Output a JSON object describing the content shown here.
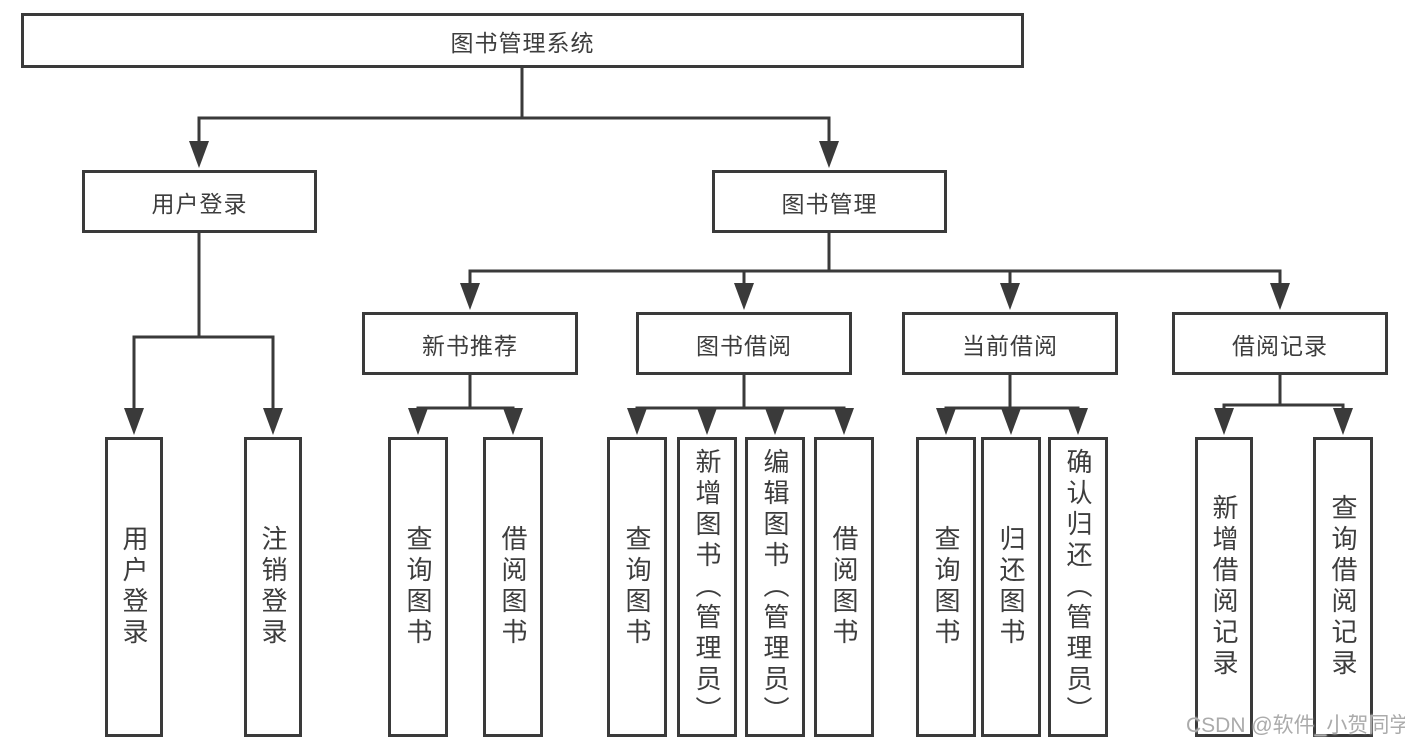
{
  "colors": {
    "line": "#3a3a3a",
    "text": "#3d3d3d",
    "background": "#ffffff",
    "watermark": "#ababab"
  },
  "watermark": "CSDN @软件_小贺同学",
  "tree": {
    "label": "图书管理系统",
    "children": [
      {
        "label": "用户登录",
        "children": [
          {
            "label": "用户登录"
          },
          {
            "label": "注销登录"
          }
        ]
      },
      {
        "label": "图书管理",
        "children": [
          {
            "label": "新书推荐",
            "children": [
              {
                "label": "查询图书"
              },
              {
                "label": "借阅图书"
              }
            ]
          },
          {
            "label": "图书借阅",
            "children": [
              {
                "label": "查询图书"
              },
              {
                "label": "新增图书（管理员）"
              },
              {
                "label": "编辑图书（管理员）"
              },
              {
                "label": "借阅图书"
              }
            ]
          },
          {
            "label": "当前借阅",
            "children": [
              {
                "label": "查询图书"
              },
              {
                "label": "归还图书"
              },
              {
                "label": "确认归还（管理员）"
              }
            ]
          },
          {
            "label": "借阅记录",
            "children": [
              {
                "label": "新增借阅记录"
              },
              {
                "label": "查询借阅记录"
              }
            ]
          }
        ]
      }
    ]
  }
}
